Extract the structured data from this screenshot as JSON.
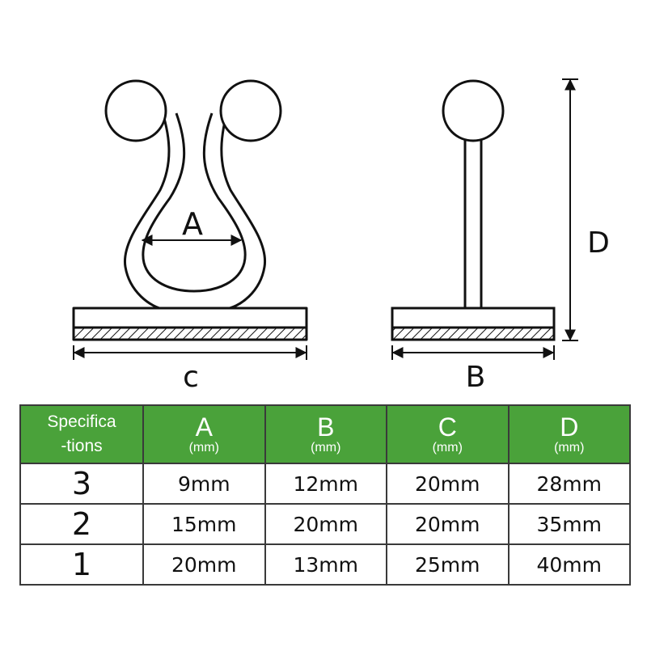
{
  "diagram": {
    "labels": {
      "a": "A",
      "b": "B",
      "c": "c",
      "d": "D"
    }
  },
  "table": {
    "header_first_line1": "Specifica",
    "header_first_line2": "-tions",
    "columns": [
      {
        "name": "A",
        "unit": "(mm)"
      },
      {
        "name": "B",
        "unit": "(mm)"
      },
      {
        "name": "C",
        "unit": "(mm)"
      },
      {
        "name": "D",
        "unit": "(mm)"
      }
    ],
    "rows": [
      {
        "label": "3",
        "cells": [
          "9mm",
          "12mm",
          "20mm",
          "28mm"
        ]
      },
      {
        "label": "2",
        "cells": [
          "15mm",
          "20mm",
          "20mm",
          "35mm"
        ]
      },
      {
        "label": "1",
        "cells": [
          "20mm",
          "13mm",
          "25mm",
          "40mm"
        ]
      }
    ]
  },
  "colors": {
    "header_bg": "#4aa23a",
    "line": "#111111",
    "grid": "#3a3a3a"
  }
}
